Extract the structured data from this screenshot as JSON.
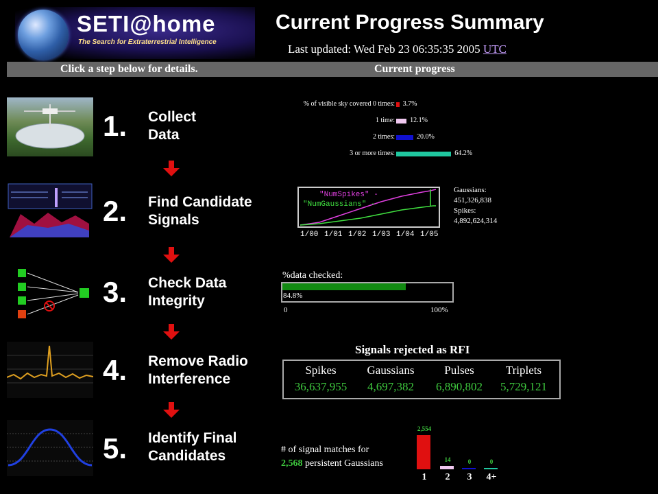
{
  "header": {
    "logo_title": "SETI@home",
    "logo_subtitle": "The Search for Extraterrestrial Intelligence",
    "page_title": "Current Progress Summary",
    "updated_prefix": "Last updated: Wed Feb 23 06:35:35 2005",
    "updated_tz": "UTC"
  },
  "band": {
    "left": "Click a step below for details.",
    "right": "Current progress"
  },
  "steps": [
    {
      "number": "1.",
      "line1": "Collect",
      "line2": "Data"
    },
    {
      "number": "2.",
      "line1": "Find Candidate",
      "line2": "Signals"
    },
    {
      "number": "3.",
      "line1": "Check Data",
      "line2": "Integrity"
    },
    {
      "number": "4.",
      "line1": "Remove Radio",
      "line2": "Interference"
    },
    {
      "number": "5.",
      "line1": "Identify Final",
      "line2": "Candidates"
    }
  ],
  "sky_coverage": [
    {
      "label": "% of visible sky covered 0 times:",
      "value": "3.7%",
      "pct": 3.7,
      "color": "#e01010"
    },
    {
      "label": "1 time:",
      "value": "12.1%",
      "pct": 12.1,
      "color": "#f0c8f0"
    },
    {
      "label": "2 times:",
      "value": "20.0%",
      "pct": 20.0,
      "color": "#1010d0"
    },
    {
      "label": "3 or more times:",
      "value": "64.2%",
      "pct": 64.2,
      "color": "#20c8a0"
    }
  ],
  "signals_graph": {
    "series_labels": [
      "\"NumSpikes\" -",
      "\"NumGaussians\" -"
    ],
    "x_labels": "1/00 1/01 1/02 1/03 1/04 1/05",
    "gaussians_label": "Gaussians:",
    "gaussians_value": "451,326,838",
    "spikes_label": "Spikes:",
    "spikes_value": "4,892,624,314"
  },
  "integrity": {
    "label": "%data checked:",
    "value": "84.8%",
    "pct": 84.8,
    "min": "0",
    "max": "100%"
  },
  "rfi": {
    "title": "Signals rejected as RFI",
    "columns": [
      {
        "name": "Spikes",
        "value": "36,637,955"
      },
      {
        "name": "Gaussians",
        "value": "4,697,382"
      },
      {
        "name": "Pulses",
        "value": "6,890,802"
      },
      {
        "name": "Triplets",
        "value": "5,729,121"
      }
    ]
  },
  "matches": {
    "line1": "# of signal matches for",
    "count": "2,568",
    "line2": "persistent Gaussians",
    "bars": [
      {
        "cat": "1",
        "value": "2,554",
        "n": 2554,
        "color": "#e01010"
      },
      {
        "cat": "2",
        "value": "14",
        "n": 14,
        "color": "#f0c8f0"
      },
      {
        "cat": "3",
        "value": "0",
        "n": 0,
        "color": "#1010d0"
      },
      {
        "cat": "4+",
        "value": "0",
        "n": 0,
        "color": "#20c8a0"
      }
    ]
  }
}
